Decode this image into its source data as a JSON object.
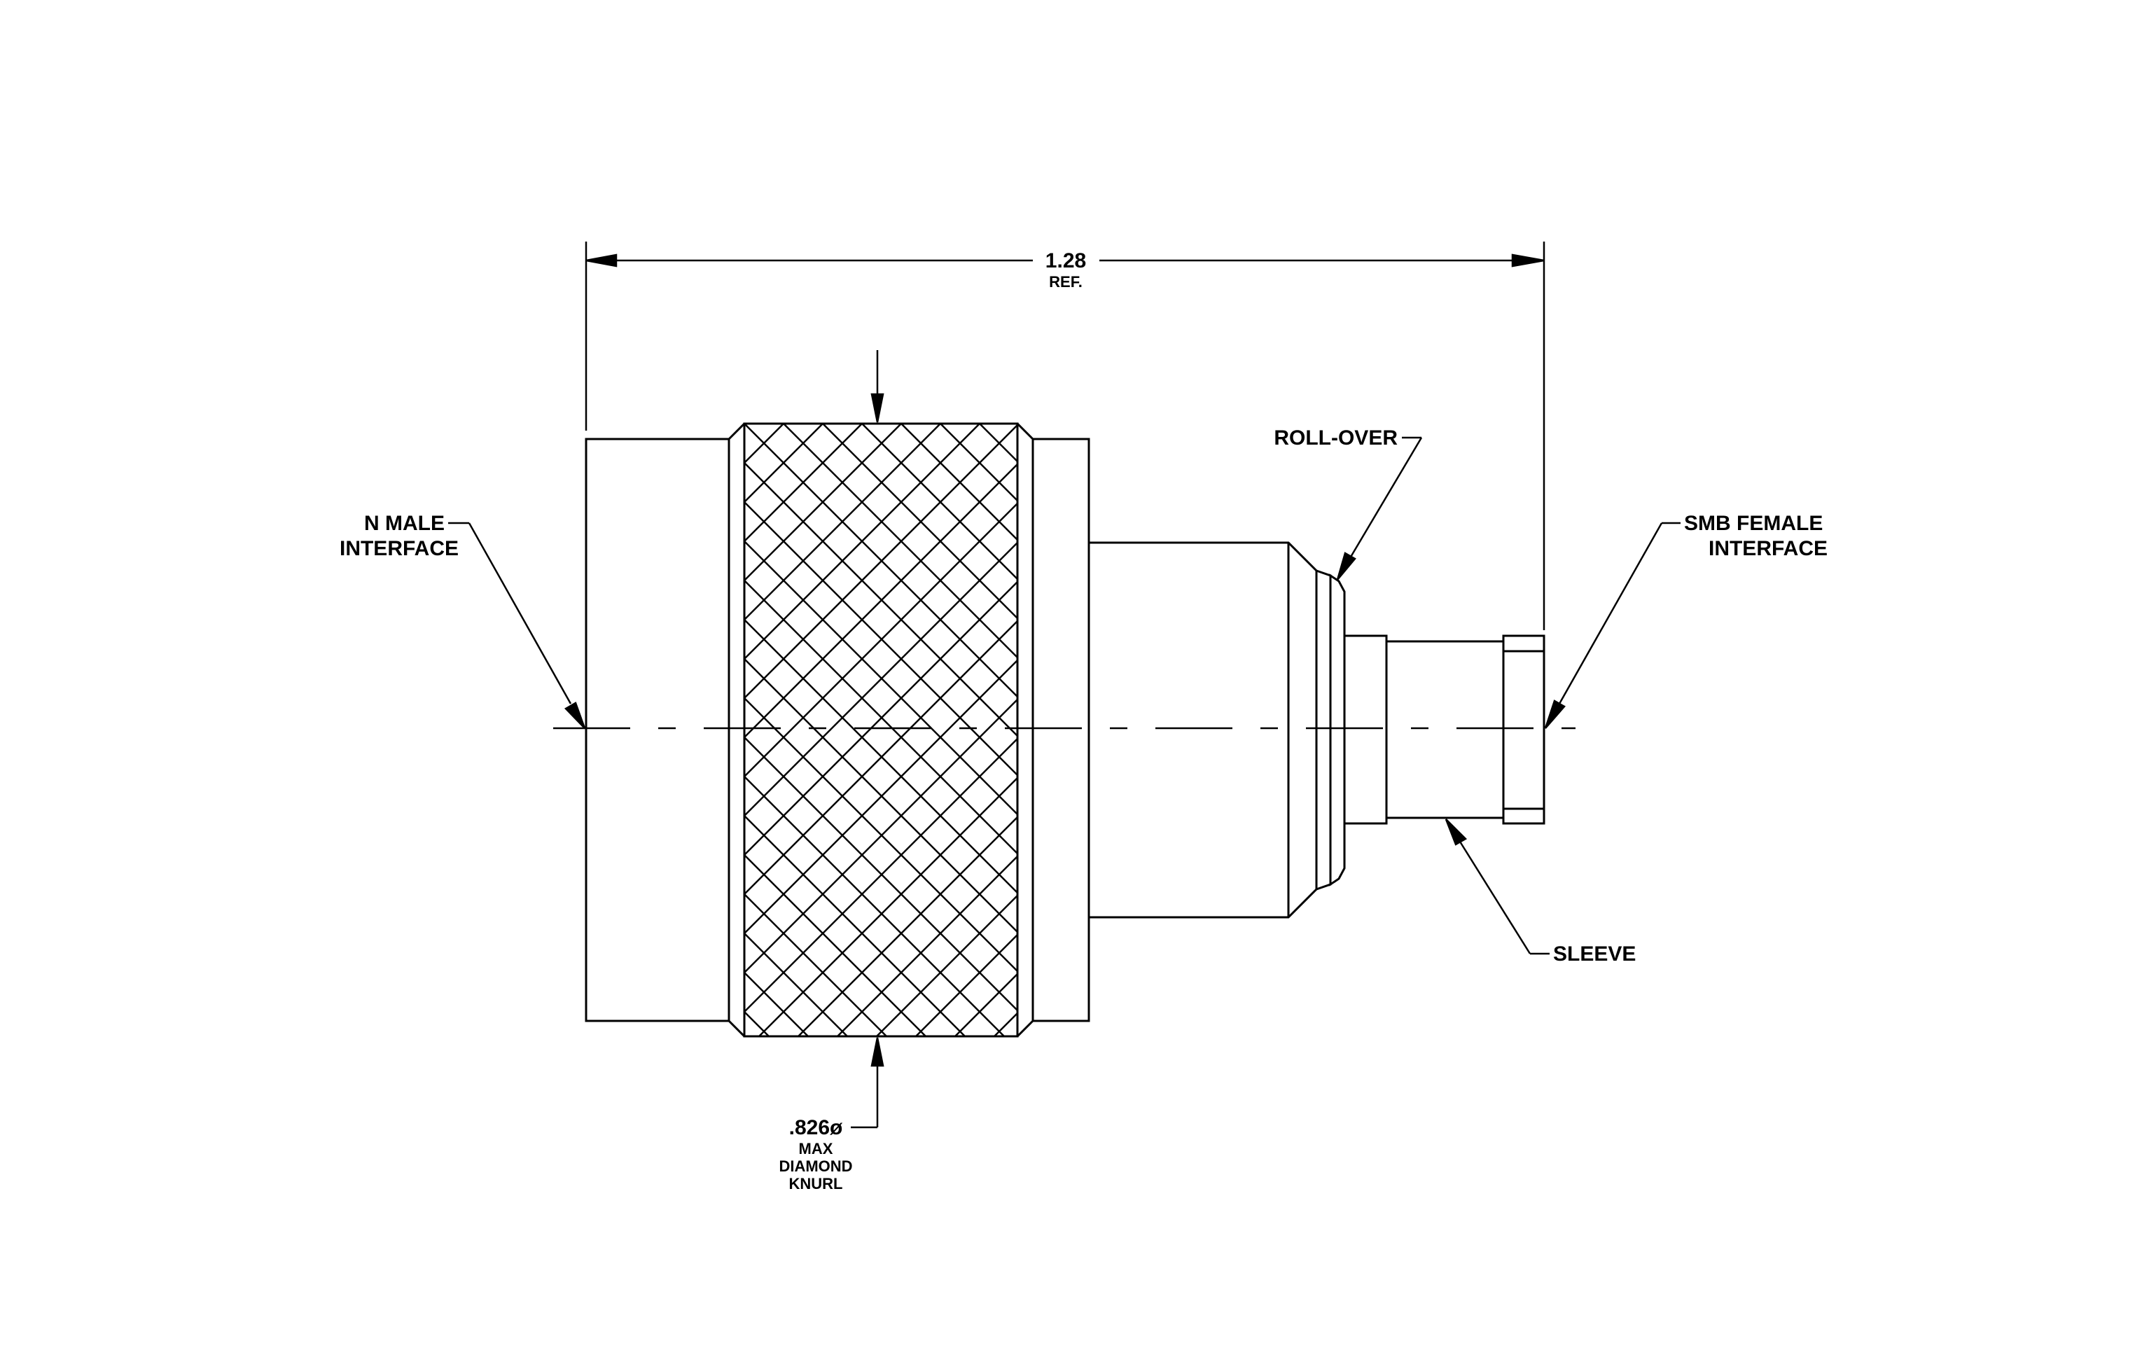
{
  "labels": {
    "overall_length": "1.28",
    "overall_length_note": "REF.",
    "n_male_line1": "N MALE",
    "n_male_line2": "INTERFACE",
    "roll_over": "ROLL-OVER",
    "smb_female_line1": "SMB FEMALE",
    "smb_female_line2": "INTERFACE",
    "sleeve": "SLEEVE",
    "knurl_dia": ".826ø",
    "knurl_note1": "MAX",
    "knurl_note2": "DIAMOND",
    "knurl_note3": "KNURL"
  },
  "colors": {
    "line": "#000000",
    "background": "#ffffff"
  }
}
